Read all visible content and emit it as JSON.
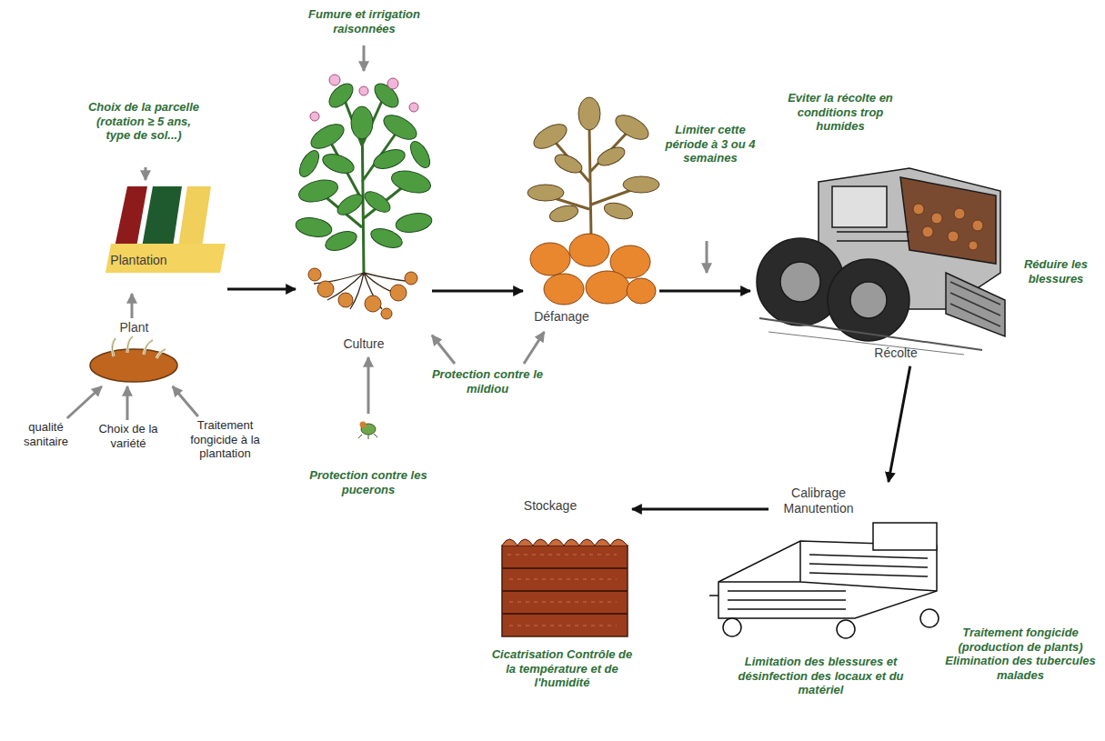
{
  "diagram": {
    "nodes": [
      {
        "text": [
          "Choix de la parcelle (rotation ≥ 5 ans, type de sol...)"
        ]
      },
      {
        "text": [
          "Plantation"
        ]
      },
      {
        "text": [
          "Plant"
        ]
      },
      {
        "text": [
          "qualité sanitaire"
        ]
      },
      {
        "text": [
          "Choix de la variété"
        ]
      },
      {
        "text": [
          "Traitement fongicide à la plantation"
        ]
      },
      {
        "text": [
          "Fumure et irrigation raisonnées"
        ]
      },
      {
        "text": [
          "Culture"
        ]
      },
      {
        "text": [
          "Protection contre les pucerons"
        ]
      },
      {
        "text": [
          "Protection contre le mildiou"
        ]
      },
      {
        "text": [
          "Défanage"
        ]
      },
      {
        "text": [
          "Récolte"
        ]
      },
      {
        "text": [
          "Calibrage Manutention"
        ]
      },
      {
        "text": [
          "Stockage"
        ]
      }
    ],
    "edges": [
      {
        "from": 0,
        "to": 1,
        "arrow": "to"
      },
      {
        "from": 2,
        "to": 1,
        "arrow": "to"
      },
      {
        "from": 3,
        "to": 2,
        "arrow": "to"
      },
      {
        "from": 4,
        "to": 2,
        "arrow": "to"
      },
      {
        "from": 5,
        "to": 2,
        "arrow": "to"
      },
      {
        "from": 1,
        "to": 7,
        "arrow": "to"
      },
      {
        "from": 6,
        "to": 7,
        "arrow": "to"
      },
      {
        "from": 8,
        "to": 7,
        "arrow": "to"
      },
      {
        "from": 9,
        "to": 7,
        "arrow": "to"
      },
      {
        "from": 9,
        "to": 10,
        "arrow": "to"
      },
      {
        "from": 7,
        "to": 10,
        "arrow": "to"
      },
      {
        "from": 10,
        "to": 11,
        "arrow": "to"
      },
      {
        "from": 11,
        "to": 12,
        "arrow": "to"
      },
      {
        "from": 12,
        "to": 13,
        "arrow": "to"
      }
    ],
    "labels": [
      "Limiter cette période à 3 ou 4 semaines",
      "Eviter la récolte en conditions trop humides",
      "Réduire les blessures",
      "Traitement fongicide (production de plants) Elimination des tubercules malades",
      "Limitation des blessures et désinfection des locaux et du matériel",
      "Cicatrisation Contrôle de la température et de l'humidité"
    ]
  }
}
